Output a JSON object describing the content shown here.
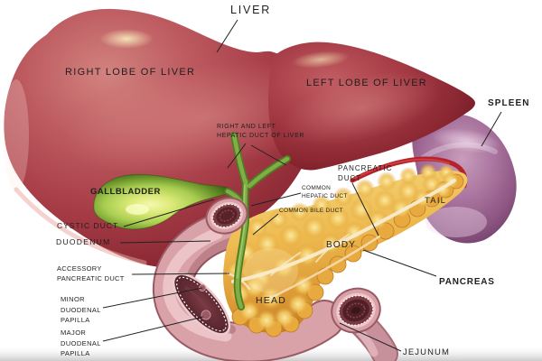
{
  "illustration": "Liver, gallbladder, pancreas, spleen and duodenum anatomy",
  "labels": {
    "liver": "LIVER",
    "right_lobe": "RIGHT LOBE OF LIVER",
    "left_lobe": "LEFT LOBE OF LIVER",
    "spleen": "SPLEEN",
    "hepatic_ducts": "RIGHT AND LEFT\nHEPATIC DUCT OF LIVER",
    "pancreatic_duct": "PANCREATIC\nDUCT",
    "common_hepatic_duct": "COMMON\nHEPATIC DUCT",
    "common_bile_duct": "COMMON BILE DUCT",
    "tail": "TAIL",
    "gallbladder": "GALLBLADDER",
    "cystic_duct": "CYSTIC DUCT",
    "duodenum": "DUODENUM",
    "accessory_pancreatic_duct": "ACCESSORY\nPANCREATIC DUCT",
    "minor_duodenal_papilla": "MINOR\nDUODENAL\nPAPILLA",
    "major_duodenal_papilla": "MAJOR\nDUODENAL\nPAPILLA",
    "body": "BODY",
    "head": "HEAD",
    "pancreas": "PANCREAS",
    "jejunum": "JEJUNUM"
  },
  "colors": {
    "liver": "#a63c46",
    "liver_dark": "#6f1b24",
    "liver_highlight": "#d2837f",
    "gallbladder_green": "#a8cd50",
    "gallbladder_dark": "#3e6414",
    "bile_duct_green": "#6f9c3a",
    "spleen_mauve": "#aa76a0",
    "pancreas_gold": "#eebb50",
    "pancreas_dark": "#c17d24",
    "duodenum_pink": "#d9a1a8",
    "duodenum_interior": "#572329",
    "artery_red": "#b5222a",
    "label_text": "#1f1f1f",
    "background": "#ffffff"
  }
}
